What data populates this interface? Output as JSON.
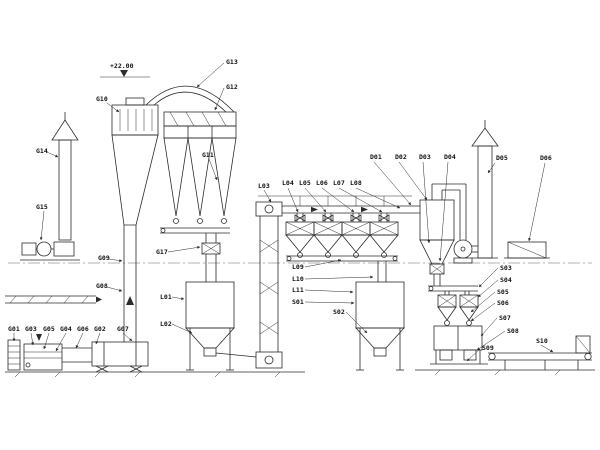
{
  "colors": {
    "ink": "#2b2b2b",
    "background": "#ffffff"
  },
  "elevation_marker": {
    "text": "+22.00"
  },
  "labels": {
    "g01": "G01",
    "g02": "G02",
    "g03": "G03",
    "g04": "G04",
    "g05": "G05",
    "g06": "G06",
    "g07": "G07",
    "g08": "G08",
    "g09": "G09",
    "g10": "G10",
    "g11": "G11",
    "g12": "G12",
    "g13": "G13",
    "g14": "G14",
    "g15": "G15",
    "g17": "G17",
    "l01": "L01",
    "l02": "L02",
    "l03": "L03",
    "l04": "L04",
    "l05": "L05",
    "l06": "L06",
    "l07": "L07",
    "l08": "L08",
    "l09": "L09",
    "l10": "L10",
    "l11": "L11",
    "d01": "D01",
    "d02": "D02",
    "d03": "D03",
    "d04": "D04",
    "d05": "D05",
    "d06": "D06",
    "s01": "S01",
    "s02": "S02",
    "s03": "S03",
    "s04": "S04",
    "s05": "S05",
    "s06": "S06",
    "s07": "S07",
    "s08": "S08",
    "s09": "S09",
    "s10": "S10"
  }
}
